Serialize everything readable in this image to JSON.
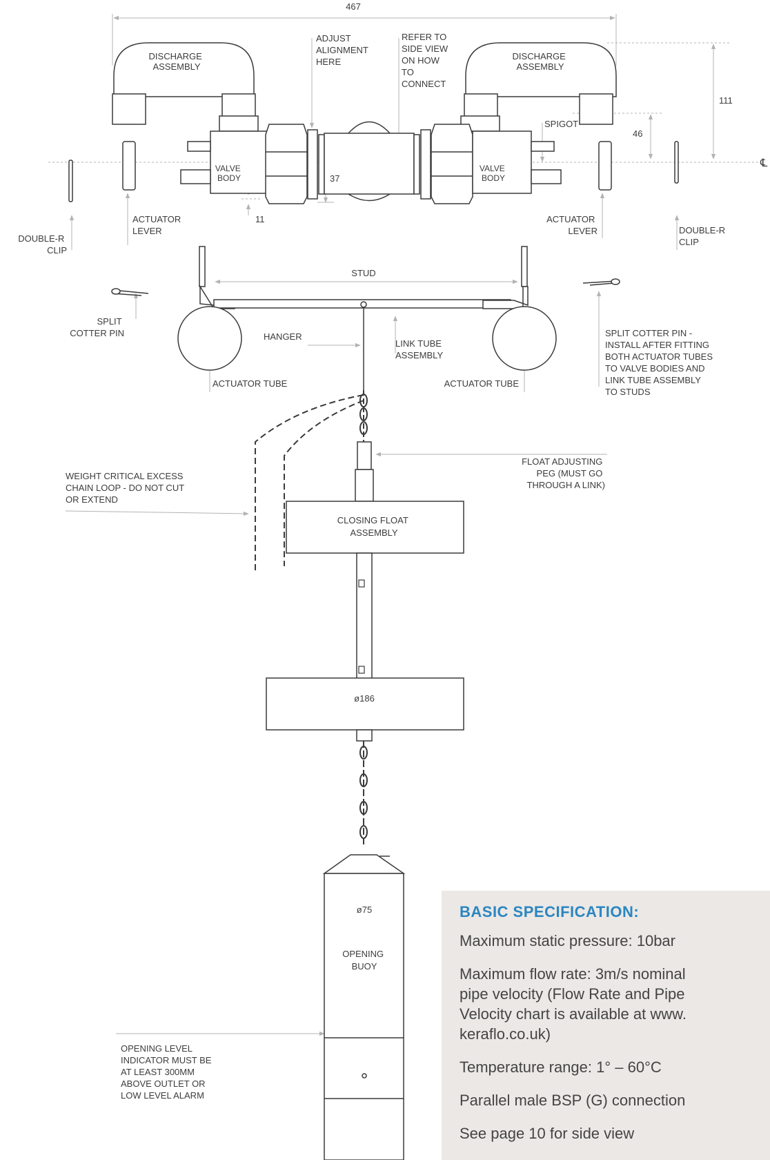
{
  "dimensions": {
    "overall_width": "467",
    "height_111": "111",
    "height_46": "46",
    "spigot_37": "37",
    "offset_11": "11",
    "float_diameter": "ø186",
    "buoy_diameter": "ø75",
    "centreline_symbol": "℄"
  },
  "labels": {
    "discharge_left": [
      "DISCHARGE",
      "ASSEMBLY"
    ],
    "discharge_right": [
      "DISCHARGE",
      "ASSEMBLY"
    ],
    "adjust_alignment": [
      "ADJUST",
      "ALIGNMENT",
      "HERE"
    ],
    "refer_side_view": [
      "REFER TO",
      "SIDE VIEW",
      "ON HOW",
      "TO",
      "CONNECT"
    ],
    "spigot": "SPIGOT",
    "valve_body_left": [
      "VALVE",
      "BODY"
    ],
    "valve_body_right": [
      "VALVE",
      "BODY"
    ],
    "actuator_lever_left": [
      "ACTUATOR",
      "LEVER"
    ],
    "actuator_lever_right": [
      "ACTUATOR",
      "LEVER"
    ],
    "double_r_clip_left": [
      "DOUBLE-R",
      "CLIP"
    ],
    "double_r_clip_right": [
      "DOUBLE-R",
      "CLIP"
    ],
    "stud": "STUD",
    "split_cotter_pin": [
      "SPLIT",
      "COTTER PIN"
    ],
    "split_cotter_pin_note": [
      "SPLIT COTTER PIN -",
      "INSTALL AFTER FITTING",
      "BOTH ACTUATOR TUBES",
      "TO VALVE BODIES AND",
      "LINK TUBE ASSEMBLY",
      "TO STUDS"
    ],
    "hanger": "HANGER",
    "link_tube_assembly": [
      "LINK TUBE",
      "ASSEMBLY"
    ],
    "actuator_tube_left": "ACTUATOR TUBE",
    "actuator_tube_right": "ACTUATOR TUBE",
    "float_adjusting_peg": [
      "FLOAT ADJUSTING",
      "PEG (MUST GO",
      "THROUGH A LINK)"
    ],
    "weight_critical": [
      "WEIGHT CRITICAL EXCESS",
      "CHAIN LOOP - DO NOT CUT",
      "OR EXTEND"
    ],
    "closing_float": [
      "CLOSING FLOAT",
      "ASSEMBLY"
    ],
    "opening_buoy": [
      "OPENING",
      "BUOY"
    ],
    "opening_level": [
      "OPENING LEVEL",
      "INDICATOR MUST BE",
      "AT LEAST 300MM",
      "ABOVE OUTLET OR",
      "LOW LEVEL ALARM"
    ]
  },
  "specification": {
    "title": "BASIC SPECIFICATION:",
    "lines": [
      "Maximum static pressure: 10bar",
      "Maximum flow rate: 3m/s nominal",
      "pipe velocity (Flow Rate and Pipe",
      "Velocity chart is available at www.",
      "keraflo.co.uk)",
      "Temperature range: 1° – 60°C",
      "Parallel male BSP (G) connection",
      "See page 10 for side view"
    ]
  },
  "colors": {
    "line": "#3a3a3a",
    "leader": "#b3b3b3",
    "spec_background": "#ebe8e6",
    "spec_title": "#2b86c0"
  }
}
